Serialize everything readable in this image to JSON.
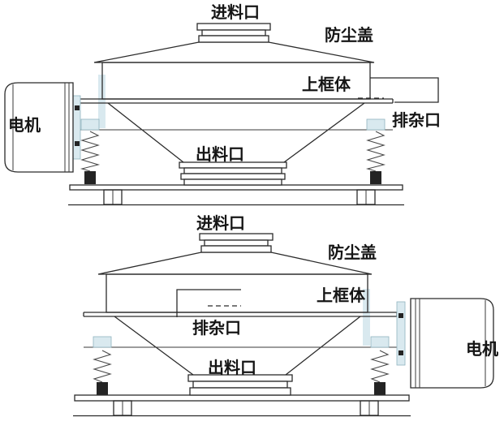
{
  "figure": {
    "background_color": "#ffffff",
    "line_color": "#2b2b2b",
    "bracket_color": "#d9e9ef",
    "bolt_color": "#242424"
  },
  "machine_top": {
    "labels": {
      "inlet_port": "进料口",
      "dust_cover": "防尘盖",
      "upper_frame": "上框体",
      "impurity_port": "排杂口",
      "motor": "电机",
      "discharge_port": "出料口"
    }
  },
  "machine_bottom": {
    "labels": {
      "inlet_port": "进料口",
      "dust_cover": "防尘盖",
      "upper_frame": "上框体",
      "impurity_port": "排杂口",
      "motor": "电机",
      "discharge_port": "出料口"
    }
  }
}
